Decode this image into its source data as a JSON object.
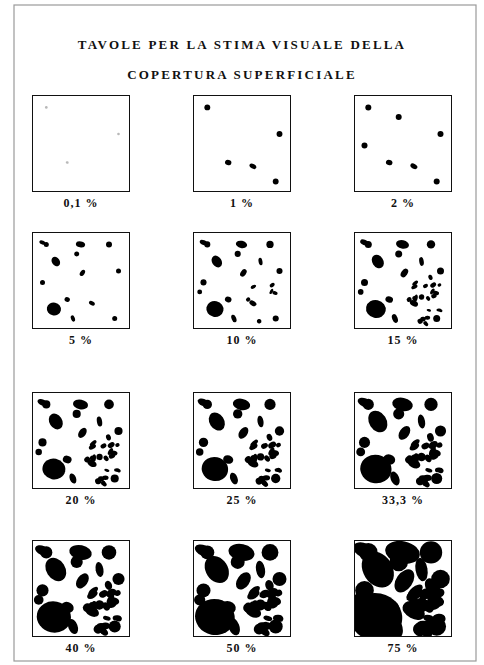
{
  "diagram": {
    "title": "TAVOLE PER LA STIMA VISUALE DELLA COPERTURA SUPERFICIALE",
    "nodes": [
      {
        "text": [
          "0,1 %"
        ]
      },
      {
        "text": [
          "1 %"
        ]
      },
      {
        "text": [
          "2 %"
        ]
      },
      {
        "text": [
          "5 %"
        ]
      },
      {
        "text": [
          "10 %"
        ]
      },
      {
        "text": [
          "15 %"
        ]
      },
      {
        "text": [
          "20 %"
        ]
      },
      {
        "text": [
          "25 %"
        ]
      },
      {
        "text": [
          "33,3 %"
        ]
      },
      {
        "text": [
          "40 %"
        ]
      },
      {
        "text": [
          "50 %"
        ]
      },
      {
        "text": [
          "75 %"
        ]
      }
    ]
  }
}
